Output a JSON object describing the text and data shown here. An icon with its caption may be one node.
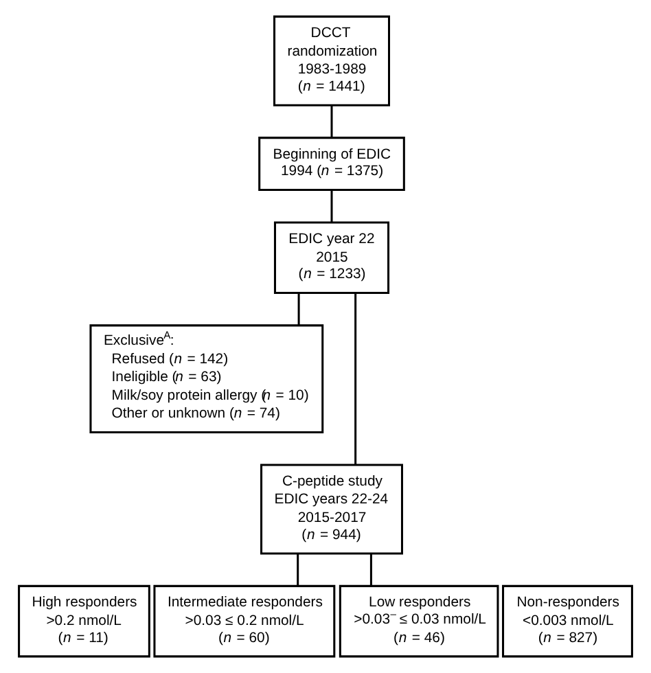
{
  "diagram": {
    "nodes": [
      {
        "text": [
          "DCCT randomization 1983-1989 (*n* = 1441)"
        ]
      },
      {
        "text": [
          "Beginning of EDIC 1994 (*n* = 1375)"
        ]
      },
      {
        "text": [
          "EDIC year 22 2015 (*n* = 1233)"
        ]
      },
      {
        "text": [
          "Exclusive$^{A}$:",
          "Refused (*n* = 142)",
          "Ineligible (*n* = 63)",
          "Milk/soy protein allergy (*n* = 10)",
          "Other or unknown (*n* = 74)"
        ]
      },
      {
        "text": [
          "C-peptide study EDIC years 22-24 2015-2017 (*n* = 944)"
        ]
      },
      {
        "text": [
          "High responders >0.2 nmol/L (*n* = 11)"
        ]
      },
      {
        "text": [
          "Intermediate responders >0.03 ≤ 0.2 nmol/L (*n* = 60)"
        ]
      },
      {
        "text": [
          "Low responders >0.03$^{–}$ ≤ 0.03 nmol/L (*n* = 46)"
        ]
      },
      {
        "text": [
          "Non-responders <0.003 nmol/L (*n* = 827)"
        ]
      }
    ],
    "edges": [
      {
        "from": 0,
        "to": 1,
        "arrow": "none"
      },
      {
        "from": 1,
        "to": 2,
        "arrow": "none"
      },
      {
        "from": 2,
        "to": 4,
        "arrow": "none"
      },
      {
        "from": 2,
        "to": 3,
        "arrow": "none"
      },
      {
        "from": 4,
        "to": 6,
        "arrow": "none"
      },
      {
        "from": 4,
        "to": 7,
        "arrow": "none"
      }
    ]
  }
}
